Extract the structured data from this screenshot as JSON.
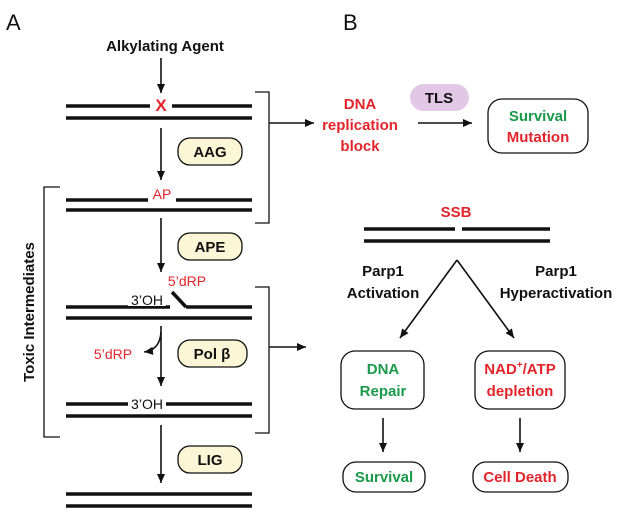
{
  "colors": {
    "red": "#e3242b",
    "green": "#1a9a4a",
    "enzyme_fill": "#fbf6d6",
    "tls_fill": "#e2c8e6",
    "black": "#111111"
  },
  "panel_a": {
    "label": "A",
    "agent": "Alkylating Agent",
    "lesion_mark": "X",
    "enzymes": {
      "aag": "AAG",
      "ape": "APE",
      "polb": "Pol β",
      "lig": "LIG"
    },
    "ap_site": "AP",
    "drp_top": "5’dRP",
    "drp_left": "5’dRP",
    "oh_1": "3’OH",
    "oh_2": "3’OH",
    "toxic_label": "Toxic Intermediates"
  },
  "panel_b": {
    "label": "B",
    "dna_block": [
      "DNA",
      "replication",
      "block"
    ],
    "tls": "TLS",
    "survival_top": "Survival",
    "mutation": "Mutation",
    "ssb": "SSB",
    "parp_left": [
      "Parp1",
      "Activation"
    ],
    "parp_right": [
      "Parp1",
      "Hyperactivation"
    ],
    "dna_repair": [
      "DNA",
      "Repair"
    ],
    "nad_atp": {
      "nad": "NAD",
      "sup": "+",
      "atp": "/ATP",
      "depletion": "depletion"
    },
    "survival_bottom": "Survival",
    "cell_death": "Cell Death"
  }
}
